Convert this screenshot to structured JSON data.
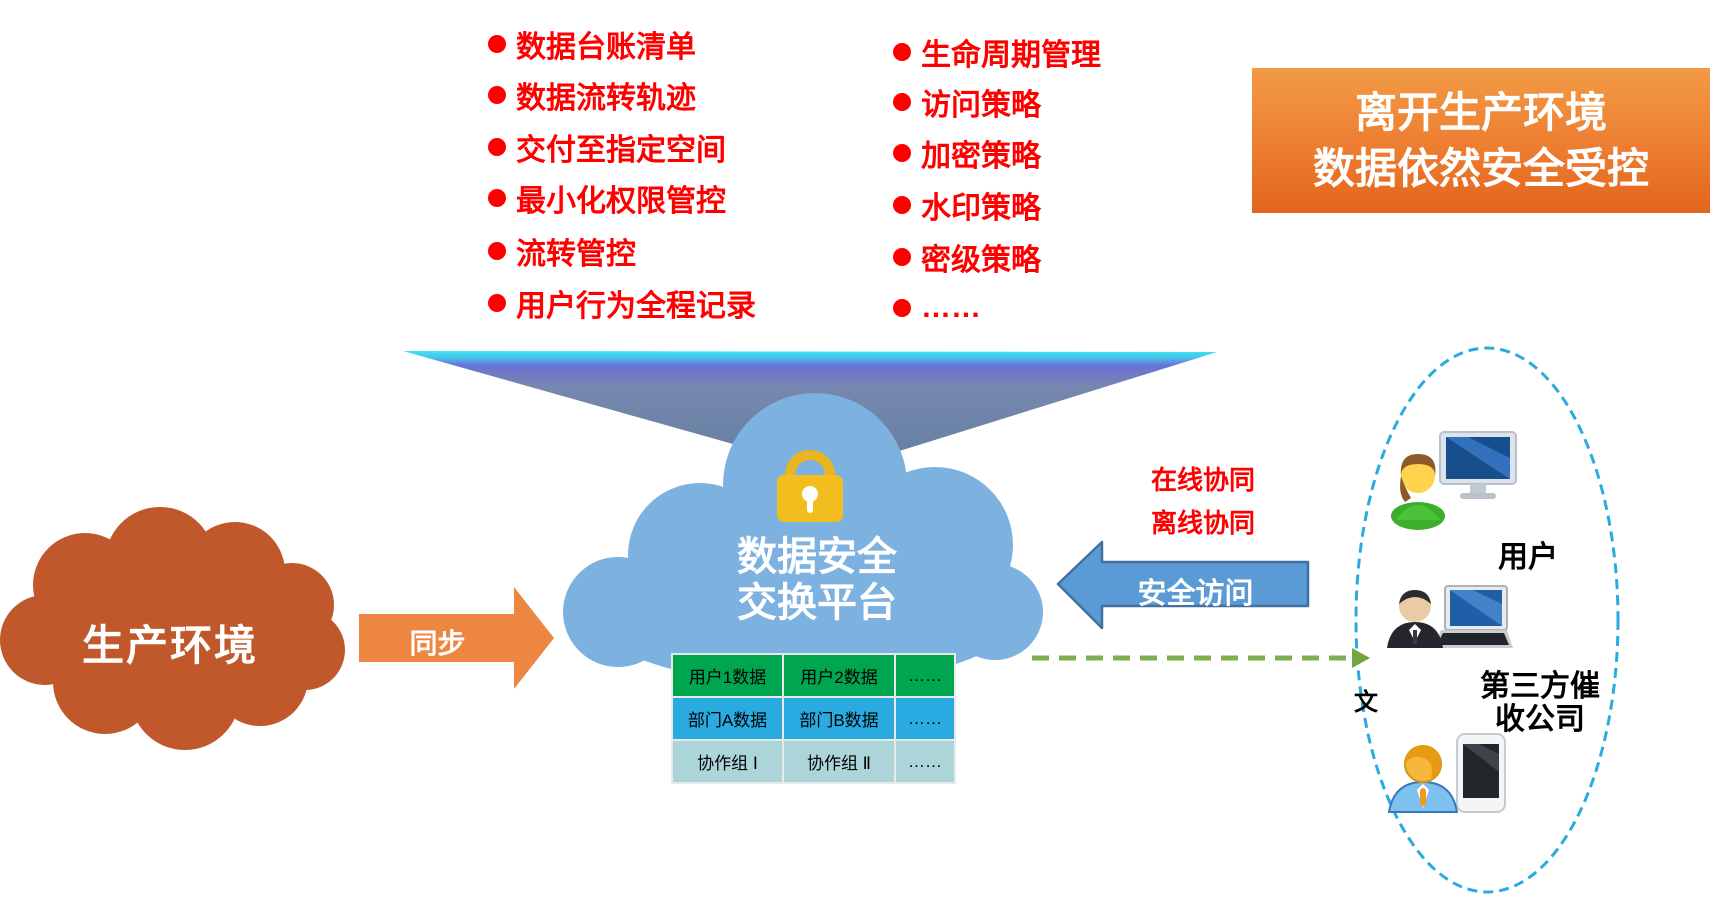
{
  "capability_list_left": {
    "items": [
      "数据台账清单",
      "数据流转轨迹",
      "交付至指定空间",
      "最小化权限管控",
      "流转管控",
      "用户行为全程记录"
    ]
  },
  "policy_list_right": {
    "items": [
      "生命周期管理",
      "访问策略",
      "加密策略",
      "水印策略",
      "密级策略",
      "……"
    ]
  },
  "banner": {
    "line1": "离开生产环境",
    "line2": "数据依然安全受控"
  },
  "production_env": {
    "label": "生产环境"
  },
  "sync_arrow": {
    "label": "同步"
  },
  "exchange_platform": {
    "title_line1": "数据安全",
    "title_line2": "交换平台",
    "lock_icon": "lock-icon"
  },
  "data_table": {
    "rows": [
      [
        "用户1数据",
        "用户2数据",
        "……"
      ],
      [
        "部门A数据",
        "部门B数据",
        "……"
      ],
      [
        "协作组 Ⅰ",
        "协作组 Ⅱ",
        "……"
      ]
    ],
    "row_colors": [
      "#00A64F",
      "#29ABE2",
      "#ABD5D9"
    ]
  },
  "secure_access_arrow": {
    "label": "安全访问"
  },
  "collaboration": {
    "online": "在线协同",
    "offline": "离线协同"
  },
  "external_group": {
    "user_label": "用户",
    "third_party_line1": "第三方催",
    "third_party_line2": "收公司",
    "stray_char": "文",
    "icons": [
      "female-user-monitor-icon",
      "business-user-laptop-icon",
      "user-phone-icon"
    ]
  },
  "colors": {
    "list_red": "#FF0000",
    "banner_orange_top": "#F29B45",
    "banner_orange_bottom": "#E2661C",
    "production_cloud": "#C1582B",
    "sync_arrow_orange": "#ED8640",
    "platform_cloud_blue": "#7DB2E0",
    "lock_gold": "#F2BE1D",
    "access_arrow_blue": "#5B9BD5",
    "access_arrow_border": "#41719C",
    "dashed_arrow_green": "#7FAE4E",
    "ellipse_border_blue": "#29ABE2",
    "funnel_cyan": "#3FE3F2",
    "funnel_slate": "#62809E"
  }
}
